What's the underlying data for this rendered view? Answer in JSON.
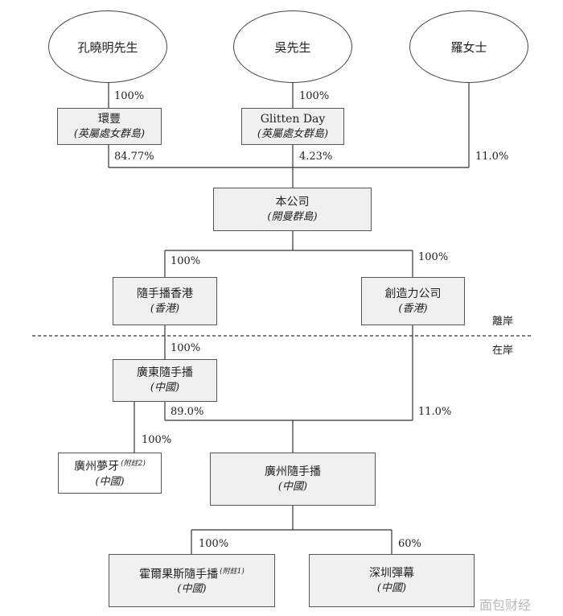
{
  "shareholders": [
    {
      "name": "孔曉明先生"
    },
    {
      "name": "吳先生"
    },
    {
      "name": "羅女士"
    }
  ],
  "entities": {
    "huanfeng": {
      "name": "環豐",
      "jurisdiction": "(英屬處女群島)"
    },
    "glitten_day": {
      "name": "Glitten Day",
      "jurisdiction": "(英屬處女群島)"
    },
    "company": {
      "name": "本公司",
      "jurisdiction": "(開曼群島)"
    },
    "suishou_hk": {
      "name": "隨手播香港",
      "jurisdiction": "(香港)"
    },
    "chuangzaoli": {
      "name": "創造力公司",
      "jurisdiction": "(香港)"
    },
    "guangdong_suishou": {
      "name": "廣東隨手播",
      "jurisdiction": "(中國)"
    },
    "guangzhou_mengya": {
      "name": "廣州夢牙",
      "note": "(附註2)",
      "jurisdiction": "(中國)"
    },
    "guangzhou_suishou": {
      "name": "廣州隨手播",
      "jurisdiction": "(中國)"
    },
    "horgos_suishou": {
      "name": "霍爾果斯隨手播",
      "note": "(附註1)",
      "jurisdiction": "(中國)"
    },
    "shenzhen_danmu": {
      "name": "深圳彈幕",
      "jurisdiction": "(中國)"
    }
  },
  "percentages": {
    "kong_to_huanfeng": "100%",
    "wu_to_glitten": "100%",
    "huanfeng_to_company": "84.77%",
    "glitten_to_company": "4.23%",
    "luo_to_company": "11.0%",
    "company_to_suishou_hk": "100%",
    "company_to_chuangzaoli": "100%",
    "suishou_hk_to_guangdong": "100%",
    "guangdong_to_guangzhou": "89.0%",
    "chuangzaoli_to_guangzhou": "11.0%",
    "guangdong_to_mengya": "100%",
    "guangzhou_to_horgos": "100%",
    "guangzhou_to_shenzhen": "60%"
  },
  "labels": {
    "offshore": "離岸",
    "onshore": "在岸"
  },
  "watermark": "面包财经",
  "colors": {
    "line": "#333333",
    "box_fill": "#f0f0f0",
    "border": "#555555"
  }
}
